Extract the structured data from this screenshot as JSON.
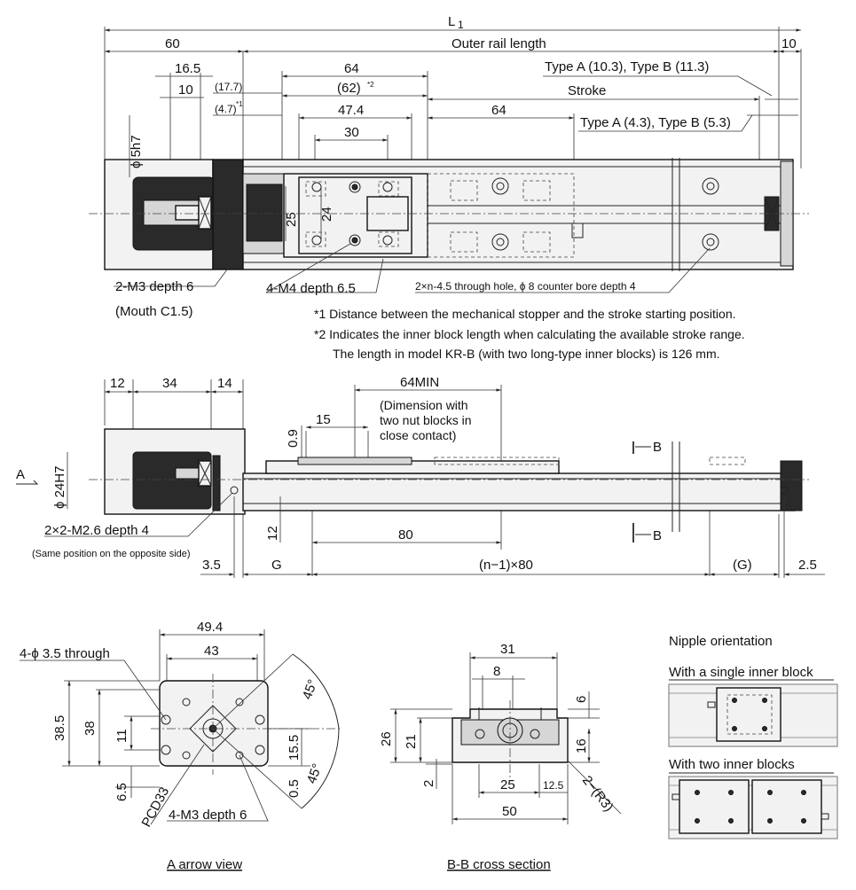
{
  "top_view": {
    "dims": {
      "l1": "L",
      "l1_sub": "1",
      "d60": "60",
      "outer_rail": "Outer rail length",
      "d10_right": "10",
      "d16_5": "16.5",
      "d10": "10",
      "d17_7": "(17.7)",
      "d4_7": "(4.7)",
      "d4_7_sup": "*1",
      "d64": "64",
      "d62": "(62)",
      "d62_sup": "*2",
      "d47_4": "47.4",
      "d30": "30",
      "d64_b": "64",
      "typeA_top": "Type A (10.3), Type B (11.3)",
      "stroke": "Stroke",
      "typeA_bot": "Type A (4.3), Type B (5.3)",
      "d5h7": "ϕ 5h7",
      "d25": "25",
      "d24": "24"
    },
    "callouts": {
      "m3": "2-M3 depth 6",
      "mouth": "(Mouth C1.5)",
      "m4": "4-M4 depth 6.5",
      "through": "2×n-4.5 through hole, ϕ 8 counter bore depth 4"
    },
    "notes": [
      "*1 Distance between the mechanical stopper and the stroke starting position.",
      "*2 Indicates the inner block length when calculating the available stroke range.",
      "The length in model KR-B (with two long-type inner blocks) is 126 mm."
    ]
  },
  "side_view": {
    "dims": {
      "d12": "12",
      "d34": "34",
      "d14": "14",
      "d64min": "64MIN",
      "dim_note_1": "(Dimension with",
      "dim_note_2": "two nut blocks in",
      "dim_note_3": "close contact)",
      "d15": "15",
      "d0_9": "0.9",
      "d24h7": "ϕ 24H7",
      "a_label": "A",
      "b_top": "B",
      "b_bot": "B",
      "d12_v": "12",
      "d80": "80",
      "d3_5": "3.5",
      "g": "G",
      "n80": "(n−1)×80",
      "g2": "(G)",
      "d2_5": "2.5"
    },
    "callouts": {
      "m26": "2×2-M2.6 depth 4",
      "opposite": "(Same position on the opposite side)"
    }
  },
  "arrow_view": {
    "title": "A arrow view",
    "dims": {
      "d49_4": "49.4",
      "d43": "43",
      "through": "4-ϕ 3.5 through",
      "d38_5": "38.5",
      "d38": "38",
      "d11": "11",
      "d6_5": "6.5",
      "d15_5": "15.5",
      "d0_5": "0.5",
      "d45a": "45°",
      "d45b": "45°",
      "pcd": "PCD33",
      "m3": "4-M3 depth 6"
    }
  },
  "bb_section": {
    "title": "B-B cross section",
    "dims": {
      "d31": "31",
      "d8": "8",
      "d6": "6",
      "d26": "26",
      "d21": "21",
      "d16": "16",
      "d2": "2",
      "d25": "25",
      "d12_5": "12.5",
      "r3": "2−(R3)",
      "d50": "50"
    }
  },
  "nipple": {
    "title": "Nipple orientation",
    "single": "With a single inner block",
    "two": "With two inner blocks"
  }
}
